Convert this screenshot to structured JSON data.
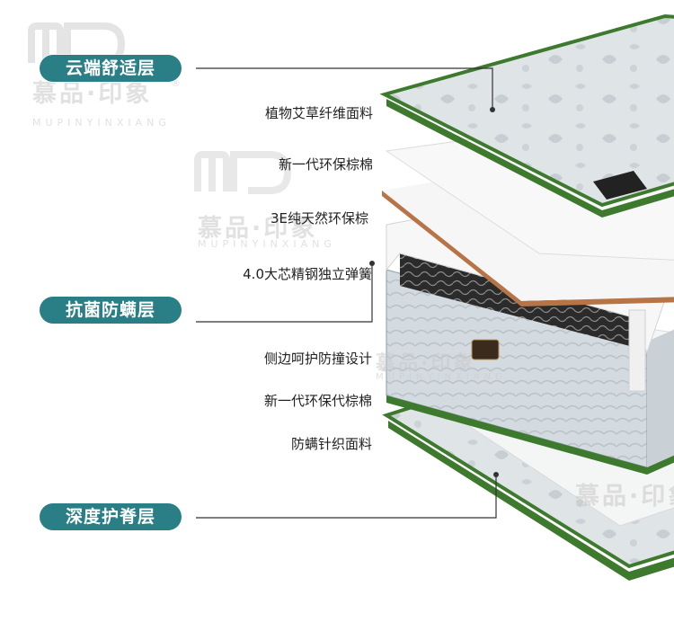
{
  "watermark": {
    "brand_cn": "慕品·印象",
    "brand_en": "MUPINYINXIANG",
    "registered": "®",
    "logo": "mp-logo"
  },
  "tiers": [
    {
      "title": "云端舒适层"
    },
    {
      "title": "抗菌防螨层"
    },
    {
      "title": "深度护脊层"
    }
  ],
  "materials": [
    "植物艾草纤维面料",
    "新一代环保棕棉",
    "3E纯天然环保棕",
    "4.0大芯精钢独立弹簧",
    "侧边呵护防撞设计",
    "新一代环保代棕棉",
    "防螨针织面料"
  ],
  "colors": {
    "pill": "#2a7f86",
    "line": "#333333",
    "fabric": "#dde3e6",
    "edge": "#3d7a2e",
    "palm": "#b77446"
  }
}
